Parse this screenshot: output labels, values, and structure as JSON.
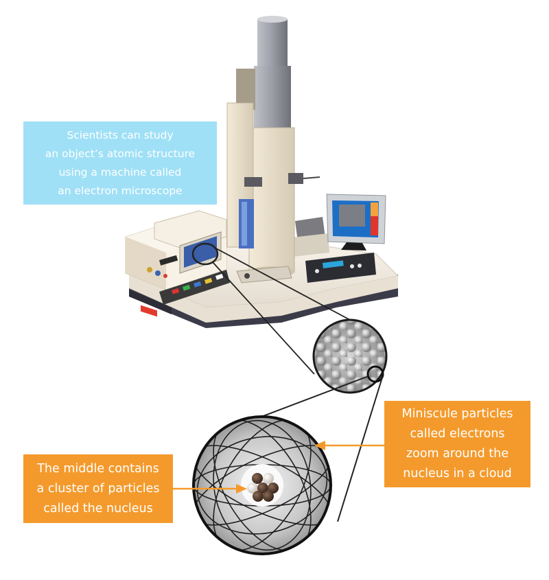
{
  "callouts": {
    "intro": {
      "lines": [
        "Scientists can study",
        "an object’s atomic structure",
        "using a machine called",
        "an electron microscope"
      ],
      "background": "#9fe0f6"
    },
    "electrons": {
      "lines": [
        "Miniscule particles",
        "called electrons",
        "zoom around the",
        "nucleus in a cloud"
      ],
      "background": "#f49a2c"
    },
    "nucleus": {
      "lines": [
        "The middle contains",
        "a cluster of particles",
        "called the nucleus"
      ],
      "background": "#f49a2c"
    }
  },
  "colors": {
    "arrow": "#f49a2c",
    "connector": "#222222",
    "bench_top": "#f2ebe2",
    "bench_base": "#3b3b4a",
    "column": "#9a9ca6",
    "screen": "#3a5fa8"
  },
  "icons": {
    "microscope": "electron-microscope",
    "magnified_lattice": "atomic-lattice",
    "atom": "atom-model"
  }
}
